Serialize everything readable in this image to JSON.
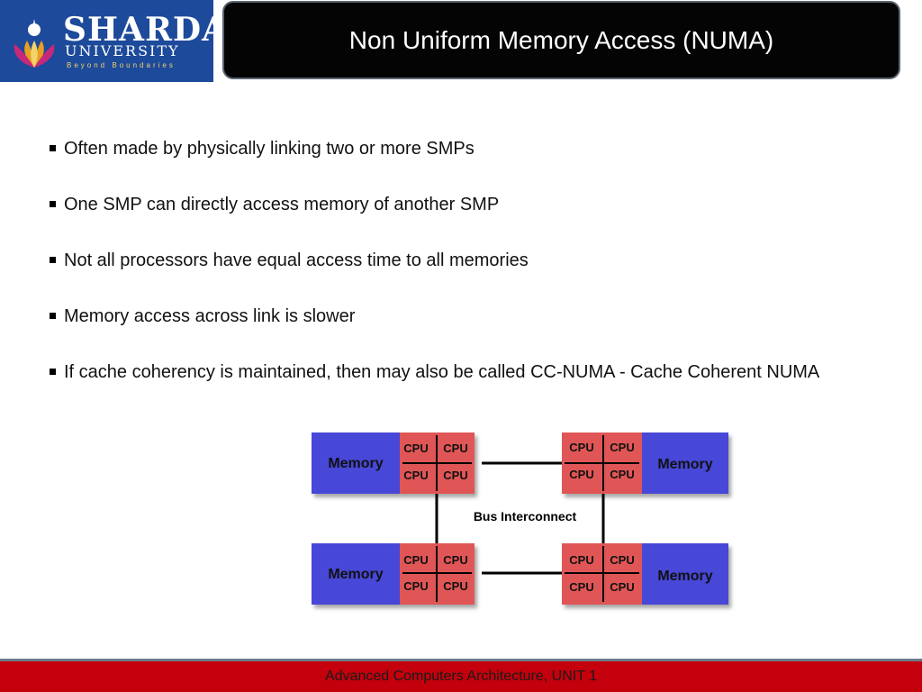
{
  "logo": {
    "name": "SHARDA",
    "subname": "UNIVERSITY",
    "tagline": "Beyond Boundaries"
  },
  "title": "Non Uniform Memory Access (NUMA)",
  "bullets": [
    "Often made by physically linking two or more SMPs",
    "One SMP can directly access memory of another SMP",
    "Not all processors have equal access time to all memories",
    "Memory access across link is slower",
    "If cache coherency is maintained, then may also be called CC-NUMA - Cache Coherent NUMA"
  ],
  "diagram": {
    "memory_label": "Memory",
    "cpu_label": "CPU",
    "bus_label": "Bus Interconnect",
    "colors": {
      "memory": "#4646d8",
      "cpu": "#e05656",
      "bus": "#000000"
    }
  },
  "footer": "Advanced Computers Architecture, UNIT 1"
}
